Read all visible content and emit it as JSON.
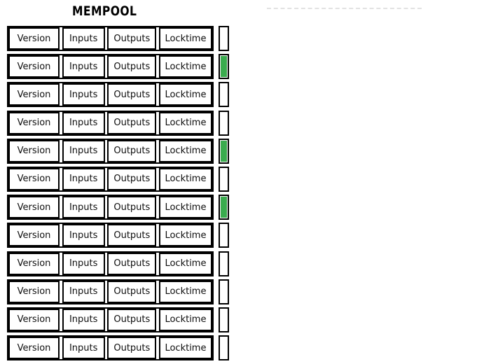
{
  "title": "MEMPOOL",
  "colors": {
    "confirmed_green": "#3aab4e",
    "unconfirmed_white": "#ffffff",
    "border_black": "#000000",
    "dashed_line_gray": "#e2e2e2",
    "background": "#ffffff"
  },
  "mempool": {
    "fields": [
      "Version",
      "Inputs",
      "Outputs",
      "Locktime"
    ],
    "rows": [
      {
        "highlighted": false
      },
      {
        "highlighted": true
      },
      {
        "highlighted": false
      },
      {
        "highlighted": false
      },
      {
        "highlighted": true
      },
      {
        "highlighted": false
      },
      {
        "highlighted": true
      },
      {
        "highlighted": false
      },
      {
        "highlighted": false
      },
      {
        "highlighted": false
      },
      {
        "highlighted": false
      },
      {
        "highlighted": false
      }
    ]
  }
}
